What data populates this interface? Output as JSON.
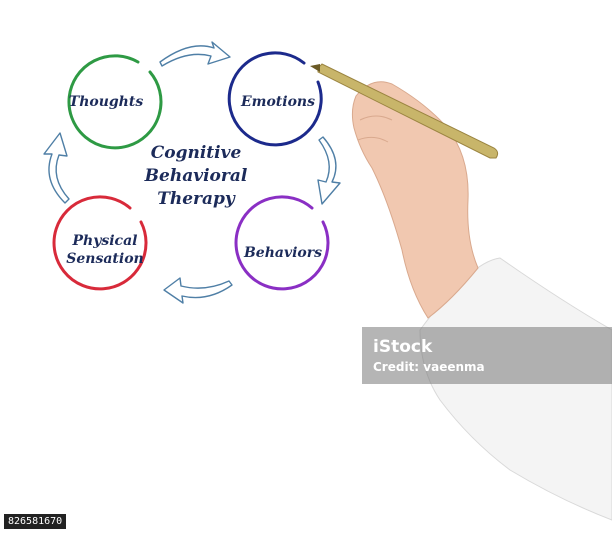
{
  "diagram": {
    "title_lines": [
      "Cognitive",
      "Behavioral",
      "Therapy"
    ],
    "nodes": [
      {
        "label_lines": [
          "Thoughts"
        ],
        "color": "#2e9a44"
      },
      {
        "label_lines": [
          "Emotions"
        ],
        "color": "#1c2a8c"
      },
      {
        "label_lines": [
          "Behaviors"
        ],
        "color": "#8a2fc4"
      },
      {
        "label_lines": [
          "Physical",
          "Sensation"
        ],
        "color": "#d82a3a"
      }
    ],
    "arrow_color": "#4f7fa6"
  },
  "watermark": {
    "brand": "iStock",
    "credit": "Credit: vaeenma"
  },
  "stock_id": "826581670"
}
